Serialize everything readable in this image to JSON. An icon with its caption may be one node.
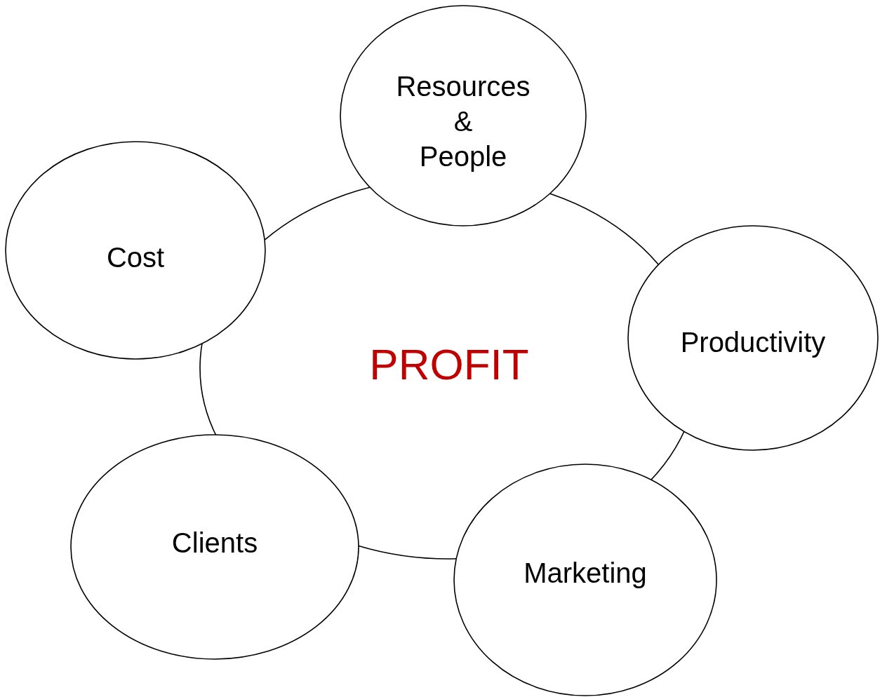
{
  "diagram": {
    "nodes": [
      {
        "text": [
          "Resources & People"
        ]
      },
      {
        "text": [
          "Cost"
        ]
      },
      {
        "text": [
          "PROFIT"
        ]
      },
      {
        "text": [
          "Productivity"
        ]
      },
      {
        "text": [
          "Clients"
        ]
      },
      {
        "text": [
          "Marketing"
        ]
      }
    ]
  }
}
